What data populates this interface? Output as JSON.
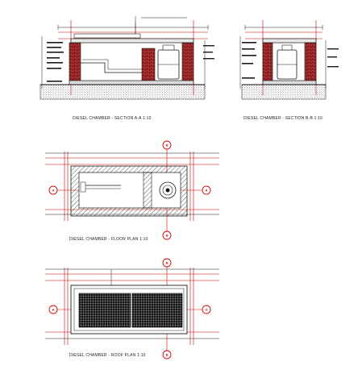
{
  "sheet": {
    "background": "#ffffff",
    "line_color": "#1a1a1a",
    "grid_color": "#d40000",
    "hatch_color": "#333333"
  },
  "views": {
    "section_aa": {
      "caption": "DIESEL CHAMBER - SECTION A-A  1:10"
    },
    "section_bb": {
      "caption": "DIESEL CHAMBER - SECTION B-B  1:10"
    },
    "floor_plan": {
      "caption": "DIESEL CHAMBER - FLOOR PLAN  1:10"
    },
    "roof_plan": {
      "caption": "DIESEL CHAMBER - ROOF PLAN  1:10"
    }
  },
  "section_markers": {
    "a_left": "A",
    "a_right": "A",
    "b_top": "B",
    "b_bottom": "B",
    "roof_a_left": "A",
    "roof_a_right": "A",
    "roof_b_top": "B",
    "roof_b_bottom": "B"
  }
}
